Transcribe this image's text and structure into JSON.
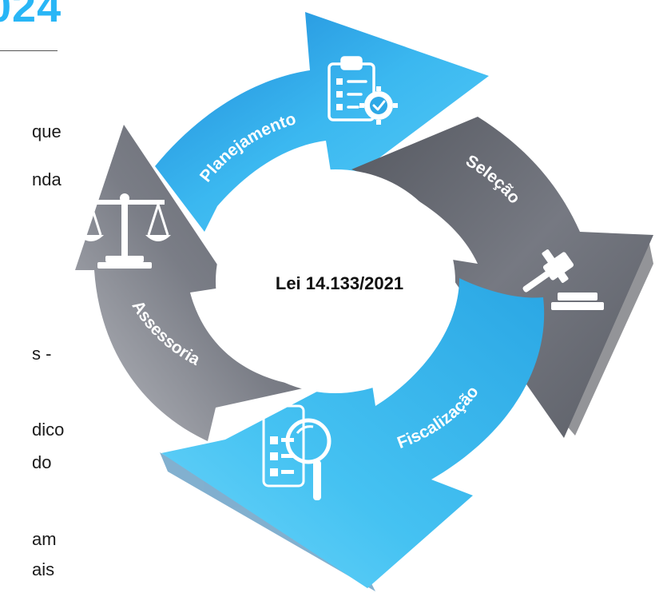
{
  "header": {
    "year_fragment": "024"
  },
  "left_text_fragments": [
    "que",
    "nda",
    "s -",
    "dico",
    "do",
    "am",
    "ais"
  ],
  "cycle": {
    "center_title": "Lei 14.133/2021",
    "segments": [
      {
        "label": "Planejamento",
        "color": "#2ea8e6",
        "icon": "checklist-gear-icon"
      },
      {
        "label": "Seleção",
        "color": "#6b6e77",
        "icon": "gavel-icon"
      },
      {
        "label": "Fiscalização",
        "color": "#3cc4f2",
        "icon": "document-magnifier-icon"
      },
      {
        "label": "Assessoria",
        "color": "#6e7079",
        "icon": "scales-icon"
      }
    ]
  }
}
